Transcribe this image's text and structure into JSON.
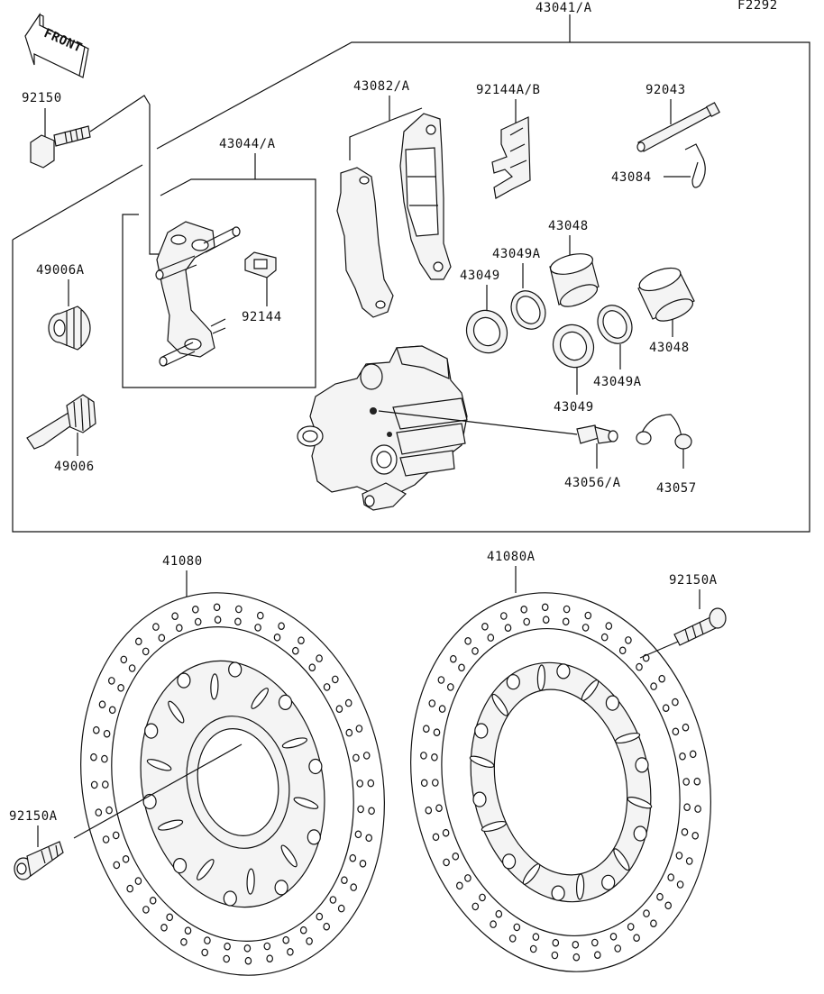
{
  "figure_code": "F2292",
  "front_label": "FRONT",
  "labels": {
    "caliper_assy": "43041/A",
    "pad": "43082/A",
    "spring": "92144A/B",
    "pin": "92043",
    "clip": "43084",
    "bolt_top": "92150",
    "bracket": "43044/A",
    "spring_small": "92144",
    "boot_a": "49006A",
    "boot": "49006",
    "piston_1": "43048",
    "seal_1": "43049A",
    "dust_1": "43049",
    "piston_2": "43048",
    "seal_2": "43049A",
    "dust_2": "43049",
    "bleeder": "43056/A",
    "cap": "43057",
    "disc_1": "41080",
    "disc_2": "41080A",
    "bolt_disc_1": "92150A",
    "bolt_disc_2": "92150A"
  }
}
